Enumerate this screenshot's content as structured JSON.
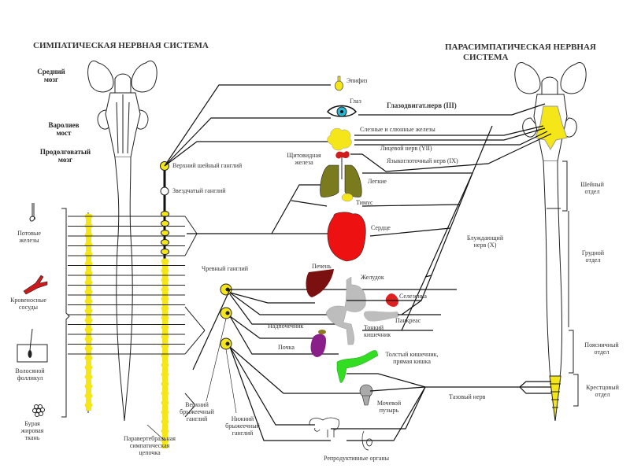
{
  "titles": {
    "sympathetic": "СИМПАТИЧЕСКАЯ НЕРВНАЯ СИСТЕМА",
    "parasympathetic_line1": "ПАРАСИМПАТИЧЕСКАЯ НЕРВНАЯ",
    "parasympathetic_line2": "СИСТЕМА"
  },
  "brain_regions": {
    "midbrain": [
      "Средний",
      "мозг"
    ],
    "pons": [
      "Варолиев",
      "мост"
    ],
    "medulla": [
      "Продолговатый",
      "мозг"
    ]
  },
  "sympathetic_labels": {
    "superior_cervical_ganglion": "Верхний шейный ганглий",
    "stellate_ganglion": "Звездчатый ганглий",
    "celiac_ganglion": "Чревный ганглий",
    "superior_mesenteric_ganglion": [
      "Верхний",
      "брыжеечный",
      "ганглий"
    ],
    "inferior_mesenteric_ganglion": [
      "Нижний",
      "брыжеечный",
      "ганглий"
    ],
    "paravertebral_chain": [
      "Паравертебральная",
      "симпатическая",
      "цепочка"
    ]
  },
  "skin_targets": {
    "sweat_glands": [
      "Потовые",
      "железы"
    ],
    "blood_vessels": [
      "Кровеносные",
      "сосуды"
    ],
    "hair_follicle": [
      "Волосяной",
      "фолликул"
    ],
    "brown_fat": [
      "Бурая",
      "жировая",
      "ткань"
    ]
  },
  "organs": {
    "pineal": "Эпифиз",
    "eye": "Глаз",
    "glands": "Слезные и слюнные железы",
    "thyroid": [
      "Щитовидная",
      "железа"
    ],
    "lungs": "Легкие",
    "thymus": "Тимус",
    "heart": "Сердце",
    "liver": "Печень",
    "stomach": "Желудок",
    "spleen": "Селезенка",
    "pancreas": "Панкреас",
    "adrenal": "Надпочечник",
    "small_intestine": [
      "Тонкий",
      "кишечник"
    ],
    "kidney": "Почка",
    "large_intestine": [
      "Толстый кишечник,",
      "прямая кишка"
    ],
    "bladder": [
      "Мочевой",
      "пузырь"
    ],
    "reproductive": "Репродуктивные органы"
  },
  "parasympathetic_nerves": {
    "oculomotor": "Глазодвигат.нерв (III)",
    "facial": "Лицевой нерв (YII)",
    "glossopharyngeal": "Языкоглоточный нерв (IX)",
    "vagus": [
      "Блуждающий",
      "нерв (X)"
    ],
    "pelvic": "Тазовый нерв"
  },
  "spinal_sections": {
    "cervical": [
      "Шейный",
      "отдел"
    ],
    "thoracic": [
      "Грудной",
      "отдел"
    ],
    "lumbar": [
      "Поясничный",
      "отдел"
    ],
    "sacral": [
      "Крестцовый",
      "отдел"
    ]
  },
  "colors": {
    "ganglion": "#f5e61a",
    "eye": "#2ab7d6",
    "thyroid": "#d11a1a",
    "lungs": "#7a7a1e",
    "heart": "#ee1111",
    "liver": "#7a1010",
    "stomach": "#bdbdbd",
    "spleen": "#e02020",
    "kidney": "#8a1f8a",
    "adrenal": "#8a7a20",
    "intestine_large": "#33dd22",
    "bladder": "#aaaaaa",
    "vessel": "#cc1a1a"
  }
}
